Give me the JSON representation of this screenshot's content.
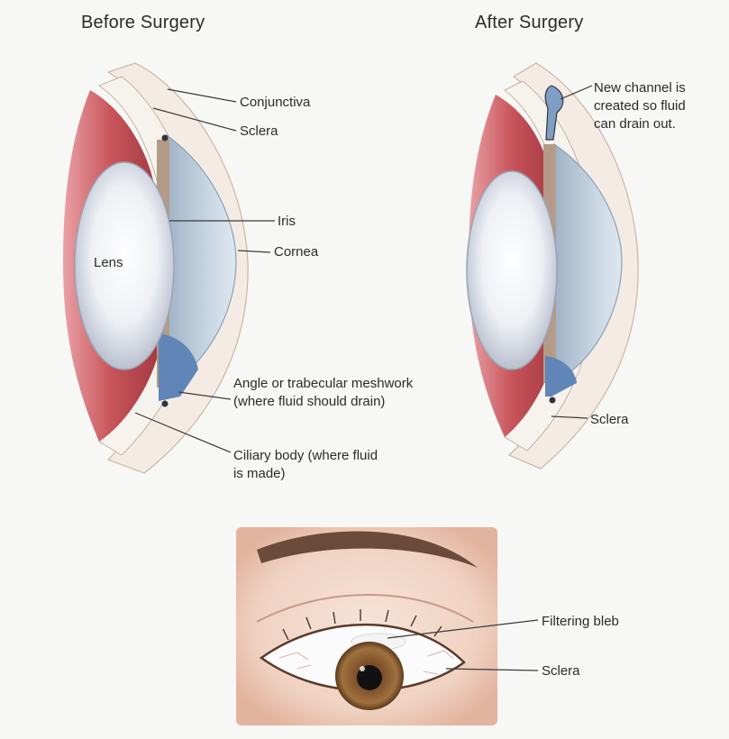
{
  "titles": {
    "before": "Before Surgery",
    "after": "After Surgery"
  },
  "before_labels": {
    "conjunctiva": "Conjunctiva",
    "sclera": "Sclera",
    "iris": "Iris",
    "cornea": "Cornea",
    "lens": "Lens",
    "angle_line1": "Angle or trabecular meshwork",
    "angle_line2": "(where fluid should drain)",
    "ciliary_line1": "Ciliary body (where fluid",
    "ciliary_line2": "is made)"
  },
  "after_labels": {
    "channel_line1": "New channel is",
    "channel_line2": "created so fluid",
    "channel_line3": "can drain out.",
    "sclera": "Sclera"
  },
  "bottom_labels": {
    "bleb": "Filtering bleb",
    "sclera": "Sclera"
  },
  "colors": {
    "muscle": "#c5565c",
    "muscle_light": "#eba7aa",
    "cornea_fill": "#b8c9d8",
    "lens_fill": "#e9ecf2",
    "iris_band": "#b49a88",
    "drain_blue": "#5f86b6",
    "skin": "#f1d6c8",
    "iris_eye": "#8a5a32"
  }
}
